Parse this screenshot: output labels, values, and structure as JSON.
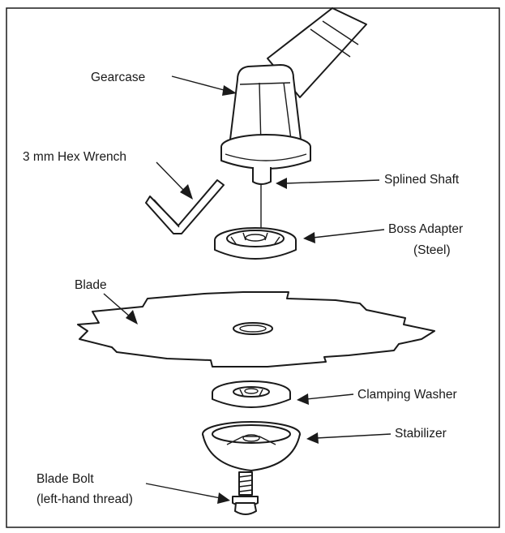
{
  "labels": {
    "gearcase": "Gearcase",
    "hex_wrench": "3 mm Hex Wrench",
    "splined_shaft": "Splined Shaft",
    "boss_adapter": "Boss Adapter",
    "boss_adapter_sub": "(Steel)",
    "blade": "Blade",
    "clamping_washer": "Clamping Washer",
    "stabilizer": "Stabilizer",
    "blade_bolt": "Blade Bolt",
    "blade_bolt_sub": "(left-hand thread)"
  }
}
